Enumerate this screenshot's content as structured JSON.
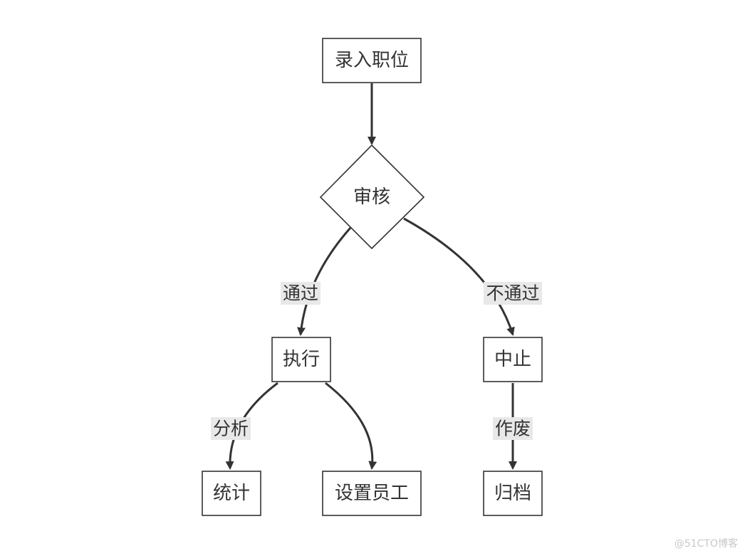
{
  "diagram": {
    "nodes": {
      "record_position": "录入职位",
      "review": "审核",
      "execute": "执行",
      "suspend": "中止",
      "statistics": "统计",
      "set_staff": "设置员工",
      "archive": "归档"
    },
    "edges": {
      "pass": "通过",
      "fail": "不通过",
      "analyze": "分析",
      "void": "作废"
    },
    "colors": {
      "stroke": "#333333",
      "label_background": "#e8e8e8",
      "background": "#ffffff"
    }
  },
  "watermark": "@51CTO博客"
}
